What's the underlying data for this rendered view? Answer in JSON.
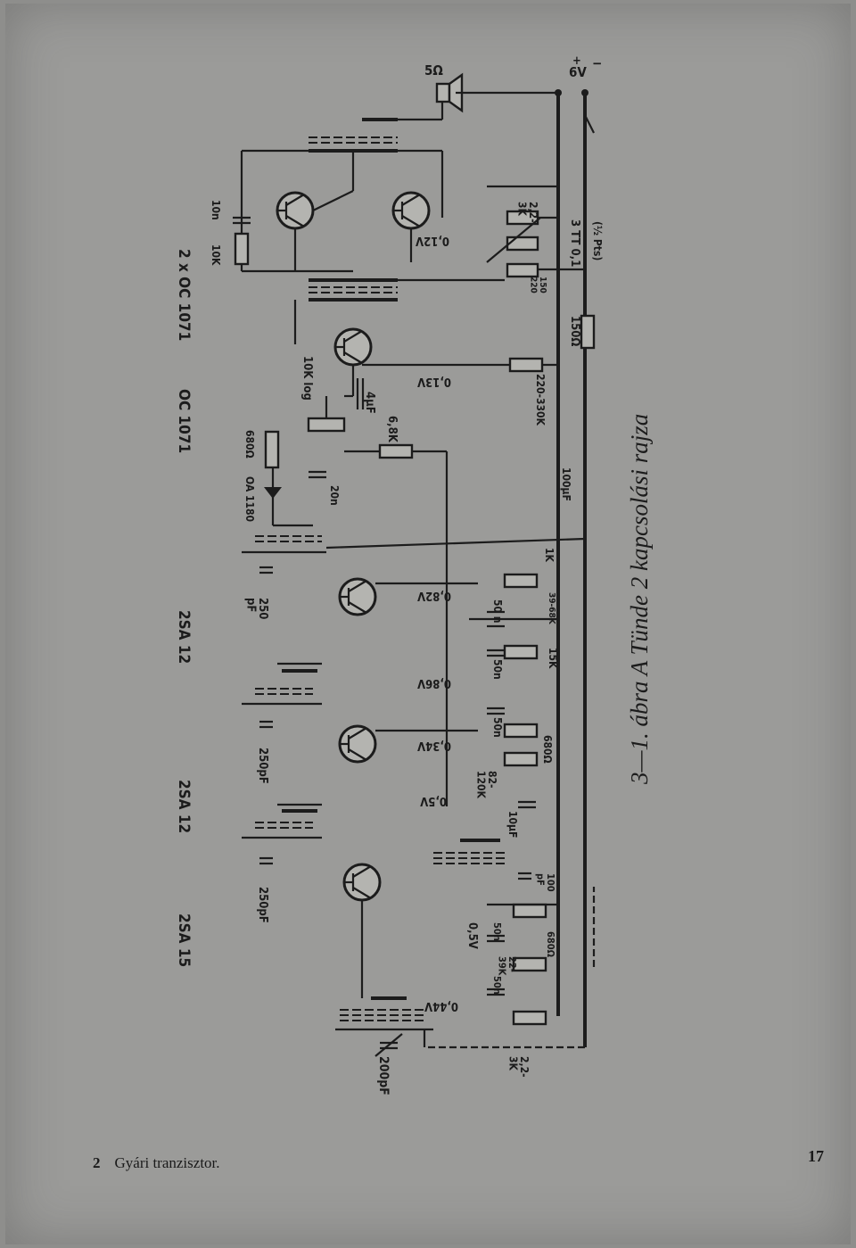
{
  "transistors": {
    "t1": "2SA 15",
    "t2": "2SA 12",
    "t3": "2SA 12",
    "t4": "OC 1071",
    "t5": "2 x OC 1071"
  },
  "components": {
    "ant_cap": "200pF",
    "ant_res": "2,2-\n3K",
    "cap_50n_a": "50n",
    "res_22_39k": "22-\n39K",
    "cap_50n_b": "50n",
    "res_680": "680Ω",
    "cap_100pF": "100\npF",
    "volt_0_44": "0,44V",
    "volt_0_5_a": "0,5V",
    "cap_250pF_1": "250pF",
    "cap_10uF": "10μF",
    "res_82_120k": "82-\n120K",
    "res_680_b": "680Ω",
    "cap_50n_c": "50n",
    "volt_0_5_b": "0,5V",
    "volt_0_34": "0,34V",
    "cap_250pF_2": "250pF",
    "volt_0_86": "0,86V",
    "cap_50n_d": "50n",
    "res_15k": "15K",
    "cap_50n_e": "50 n",
    "res_39_68k": "39-68K",
    "res_1k": "1K",
    "volt_0_82": "0,82V",
    "cap_250pF_3": "250\npF",
    "diode": "OA 1180",
    "cap_20n": "20n",
    "res_680_c": "680Ω",
    "pot_10k": "10K log",
    "res_6_8k": "6,8K",
    "cap_4uF": "4μF",
    "volt_0_13": "0,13V",
    "res_220_330k": "220-330K",
    "cap_100uF": "100μF",
    "res_150": "150Ω",
    "res_150_220": "150\n220",
    "volt_0_12": "0,12V",
    "res_2_2_3k": "2,2-\n3K",
    "ntc": "3 TT 0,1",
    "ntc_note": "(½ Pts)",
    "res_10k_fb": "10K",
    "cap_10n": "10n",
    "speaker": "5Ω",
    "supply_plus": "+",
    "supply_volt": "6V",
    "supply_minus": "−"
  },
  "caption": "3—1. ábra A Tünde 2 kapcsolási rajza",
  "footnote": {
    "number": "2",
    "text": "Gyári tranzisztor."
  },
  "page_number": "17"
}
